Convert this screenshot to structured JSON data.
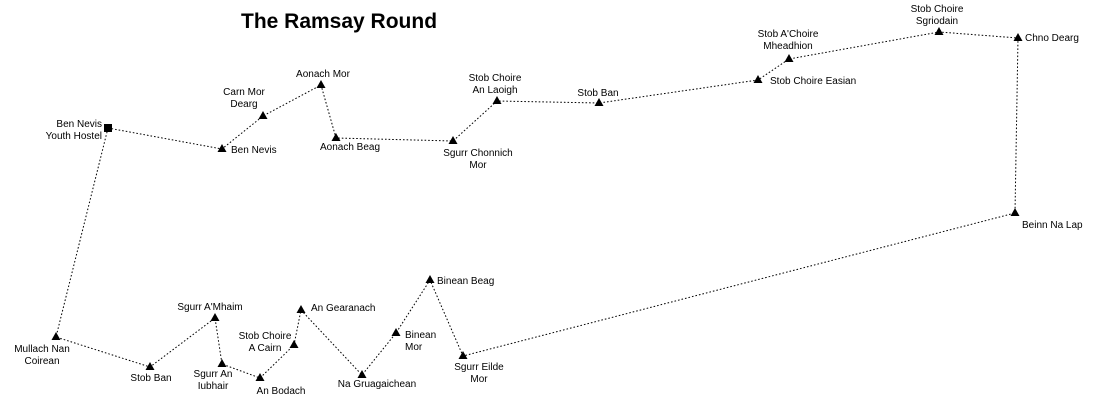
{
  "title": "The Ramsay Round",
  "legend": {
    "start_icon": "square-marker-icon",
    "summit_icon": "triangle-summit-icon"
  },
  "points": [
    {
      "id": "hostel",
      "type": "start",
      "label": [
        "Ben Nevis",
        "Youth Hostel"
      ]
    },
    {
      "id": "ben-nevis",
      "type": "summit",
      "label": [
        "Ben Nevis"
      ]
    },
    {
      "id": "carn-mor-dearg",
      "type": "summit",
      "label": [
        "Carn Mor",
        "Dearg"
      ]
    },
    {
      "id": "aonach-mor",
      "type": "summit",
      "label": [
        "Aonach Mor"
      ]
    },
    {
      "id": "aonach-beag",
      "type": "summit",
      "label": [
        "Aonach Beag"
      ]
    },
    {
      "id": "sgurr-chonnich-mor",
      "type": "summit",
      "label": [
        "Sgurr Chonnich",
        "Mor"
      ]
    },
    {
      "id": "stob-choire-an-laoigh",
      "type": "summit",
      "label": [
        "Stob Choire",
        "An Laoigh"
      ]
    },
    {
      "id": "stob-ban-north",
      "type": "summit",
      "label": [
        "Stob Ban"
      ]
    },
    {
      "id": "stob-choire-easain",
      "type": "summit",
      "label": [
        "Stob Choire Easian"
      ]
    },
    {
      "id": "stob-a-choire-mheadhoin",
      "type": "summit",
      "label": [
        "Stob A'Choire",
        "Mheadhion"
      ]
    },
    {
      "id": "stob-choire-sgriodain",
      "type": "summit",
      "label": [
        "Stob Choire",
        "Sgriodain"
      ]
    },
    {
      "id": "chno-dearg",
      "type": "summit",
      "label": [
        "Chno Dearg"
      ]
    },
    {
      "id": "beinn-na-lap",
      "type": "summit",
      "label": [
        "Beinn Na Lap"
      ]
    },
    {
      "id": "sgurr-eilde-mor",
      "type": "summit",
      "label": [
        "Sgurr Eilde",
        "Mor"
      ]
    },
    {
      "id": "binnein-beag",
      "type": "summit",
      "label": [
        "Binean Beag"
      ]
    },
    {
      "id": "binnein-mor",
      "type": "summit",
      "label": [
        "Binean",
        "Mor"
      ]
    },
    {
      "id": "na-gruagaichean",
      "type": "summit",
      "label": [
        "Na Gruagaichean"
      ]
    },
    {
      "id": "an-gearanach",
      "type": "summit",
      "label": [
        "An Gearanach"
      ]
    },
    {
      "id": "stob-choire-a-chairn",
      "type": "summit",
      "label": [
        "Stob Choire",
        "A Cairn"
      ]
    },
    {
      "id": "an-bodach",
      "type": "summit",
      "label": [
        "An Bodach"
      ]
    },
    {
      "id": "sgurr-an-iubhair",
      "type": "summit",
      "label": [
        "Sgurr An",
        "Iubhair"
      ]
    },
    {
      "id": "sgurr-a-mhaim",
      "type": "summit",
      "label": [
        "Sgurr A'Mhaim"
      ]
    },
    {
      "id": "stob-ban-south",
      "type": "summit",
      "label": [
        "Stob Ban"
      ]
    },
    {
      "id": "mullach-nan-coirean",
      "type": "summit",
      "label": [
        "Mullach Nan",
        "Coirean"
      ]
    }
  ]
}
